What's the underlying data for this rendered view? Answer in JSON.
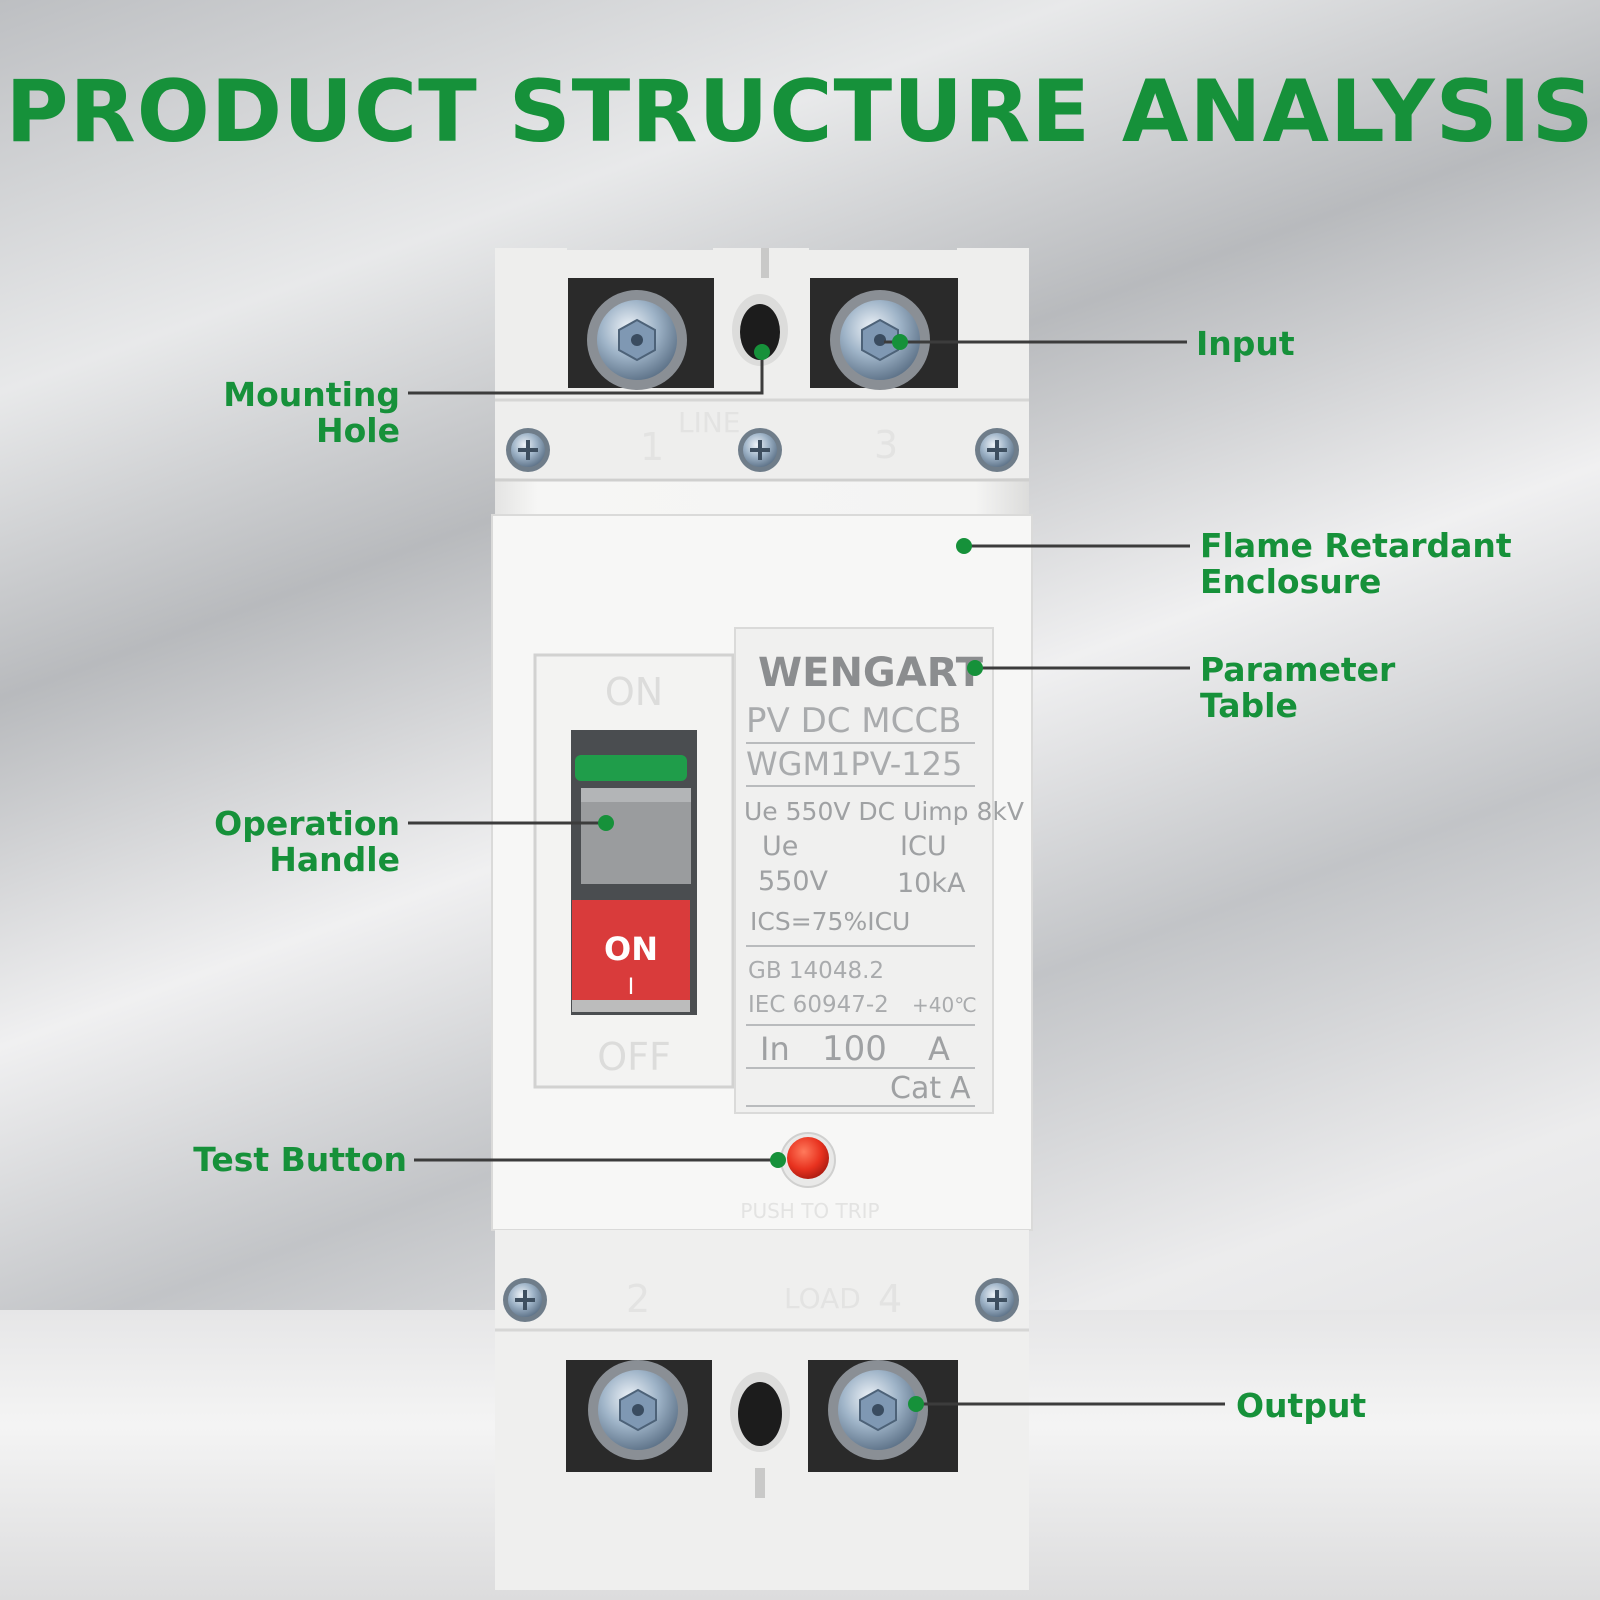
{
  "title": "PRODUCT STRUCTURE ANALYSIS",
  "colors": {
    "accent": "#16913a",
    "body": "#f4f4f3",
    "test_button": "#e8321f",
    "on_indicator": "#d93b3b"
  },
  "callouts": {
    "input": [
      "Input"
    ],
    "mounting_hole": [
      "Mounting",
      "Hole"
    ],
    "enclosure": [
      "Flame Retardant",
      "Enclosure"
    ],
    "parameter_table": [
      "Parameter",
      "Table"
    ],
    "operation_handle": [
      "Operation",
      "Handle"
    ],
    "test_button": [
      "Test Button"
    ],
    "output": [
      "Output"
    ]
  },
  "device": {
    "terminal_top_left": "1",
    "line_mark": "LINE",
    "terminal_top_right": "3",
    "terminal_bottom_left": "2",
    "load_mark": "LOAD",
    "terminal_bottom_right": "4",
    "switch_on": "ON",
    "switch_off": "OFF",
    "handle_on": "ON",
    "handle_i": "I",
    "test_caption": "PUSH TO TRIP",
    "nameplate": {
      "brand": "WENGART",
      "type": "PV DC MCCB",
      "model": "WGM1PV-125",
      "ue_line": "Ue 550V  DC Uimp 8kV",
      "ue_label": "Ue",
      "icu_label": "ICU",
      "ue_value": "550V",
      "icu_value": "10kA",
      "ics": "ICS=75%ICU",
      "standard_1": "GB 14048.2",
      "standard_2": "IEC 60947-2",
      "temperature": "+40℃",
      "in_label": "In",
      "in_value": "100",
      "in_unit": "A",
      "cat_label": "Cat",
      "cat_value": "A"
    }
  }
}
